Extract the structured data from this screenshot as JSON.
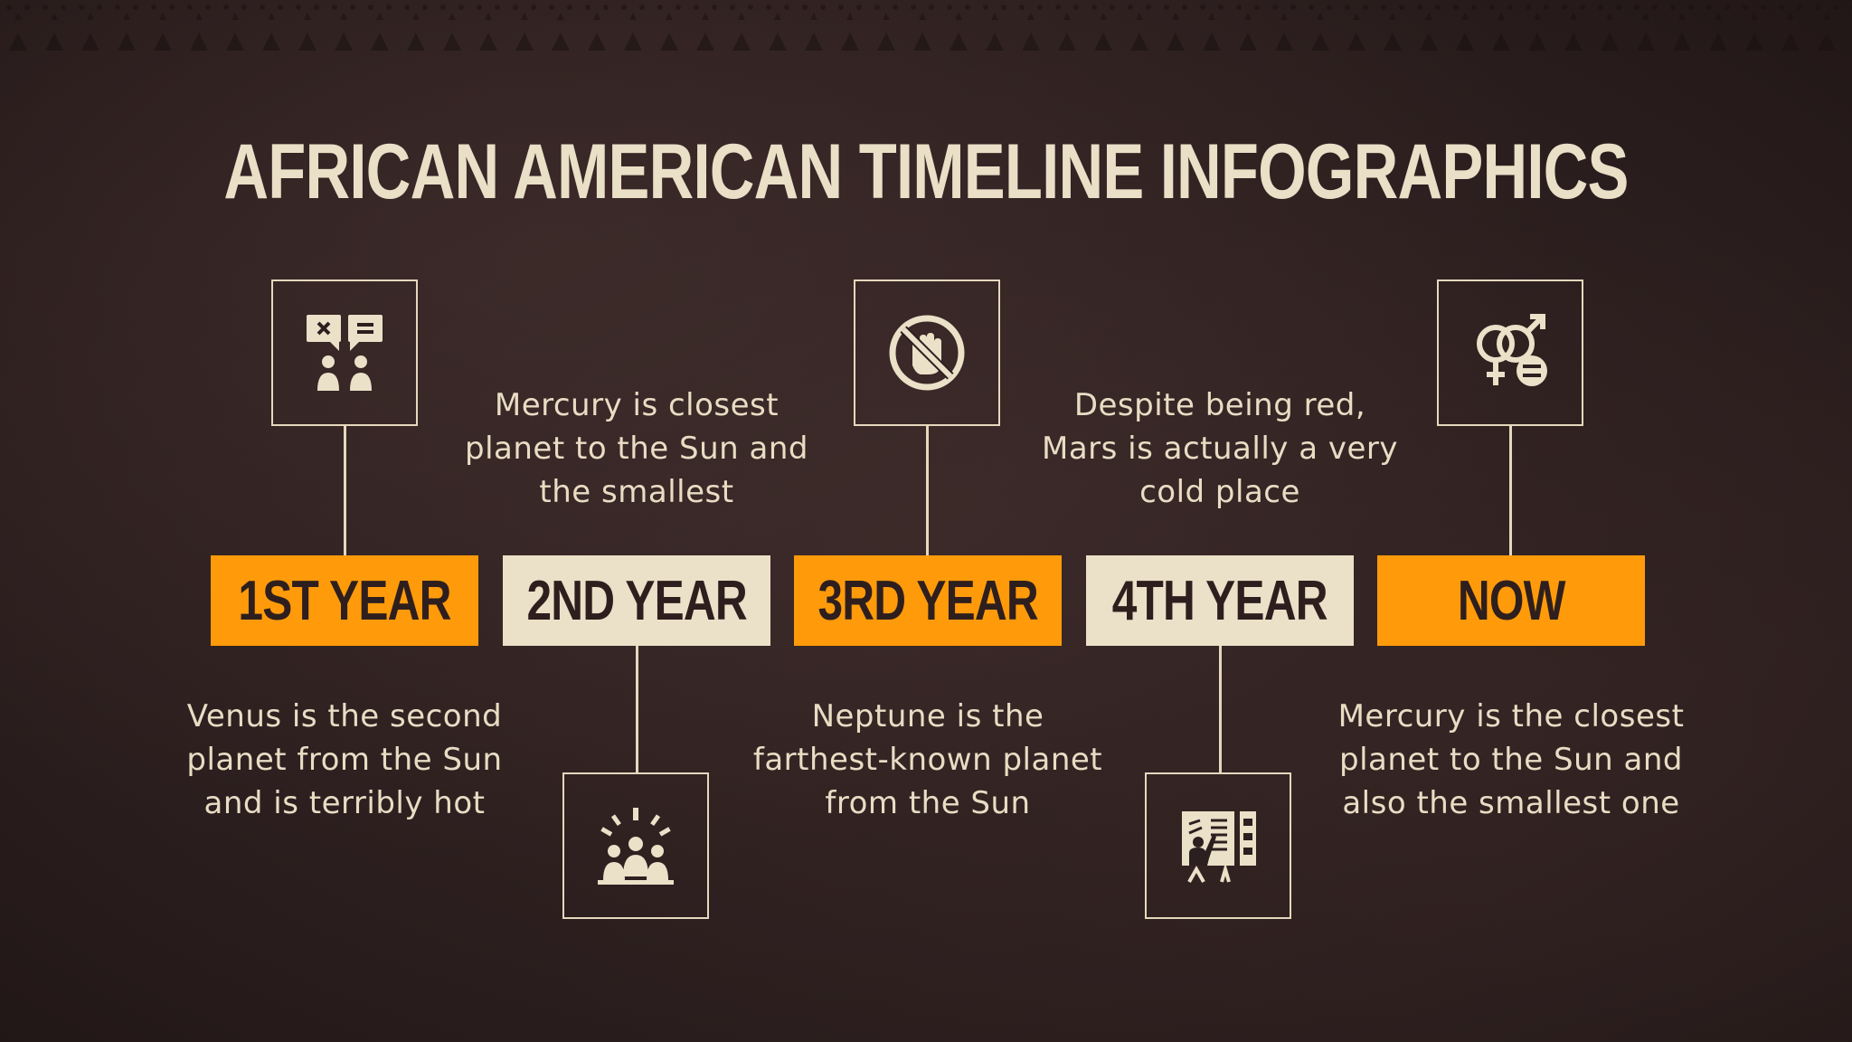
{
  "title": "AFRICAN AMERICAN TIMELINE INFOGRAPHICS",
  "colors": {
    "background": "#2c1f1f",
    "accent_orange": "#ff9b0a",
    "cream": "#ebe0c8",
    "text_dark": "#2e1f1e",
    "line": "#e5d8bd"
  },
  "timeline": [
    {
      "label": "1ST YEAR",
      "label_style": "orange",
      "icon": "discussion-icon",
      "icon_position": "top",
      "description": "Venus is the second\nplanet from the Sun\nand is terribly hot"
    },
    {
      "label": "2ND YEAR",
      "label_style": "cream",
      "icon": "crowd-icon",
      "icon_position": "bottom",
      "description": "Mercury is closest\nplanet to the Sun and\nthe smallest"
    },
    {
      "label": "3RD YEAR",
      "label_style": "orange",
      "icon": "no-racism-icon",
      "icon_position": "top",
      "description": "Neptune is the\nfarthest-known planet\nfrom the Sun"
    },
    {
      "label": "4TH YEAR",
      "label_style": "cream",
      "icon": "presentation-icon",
      "icon_position": "bottom",
      "description": "Despite being red,\nMars is actually a very\ncold place"
    },
    {
      "label": "NOW",
      "label_style": "orange",
      "icon": "gender-equality-icon",
      "icon_position": "top",
      "description": "Mercury is the closest\nplanet to the Sun and\nalso the smallest one"
    }
  ]
}
